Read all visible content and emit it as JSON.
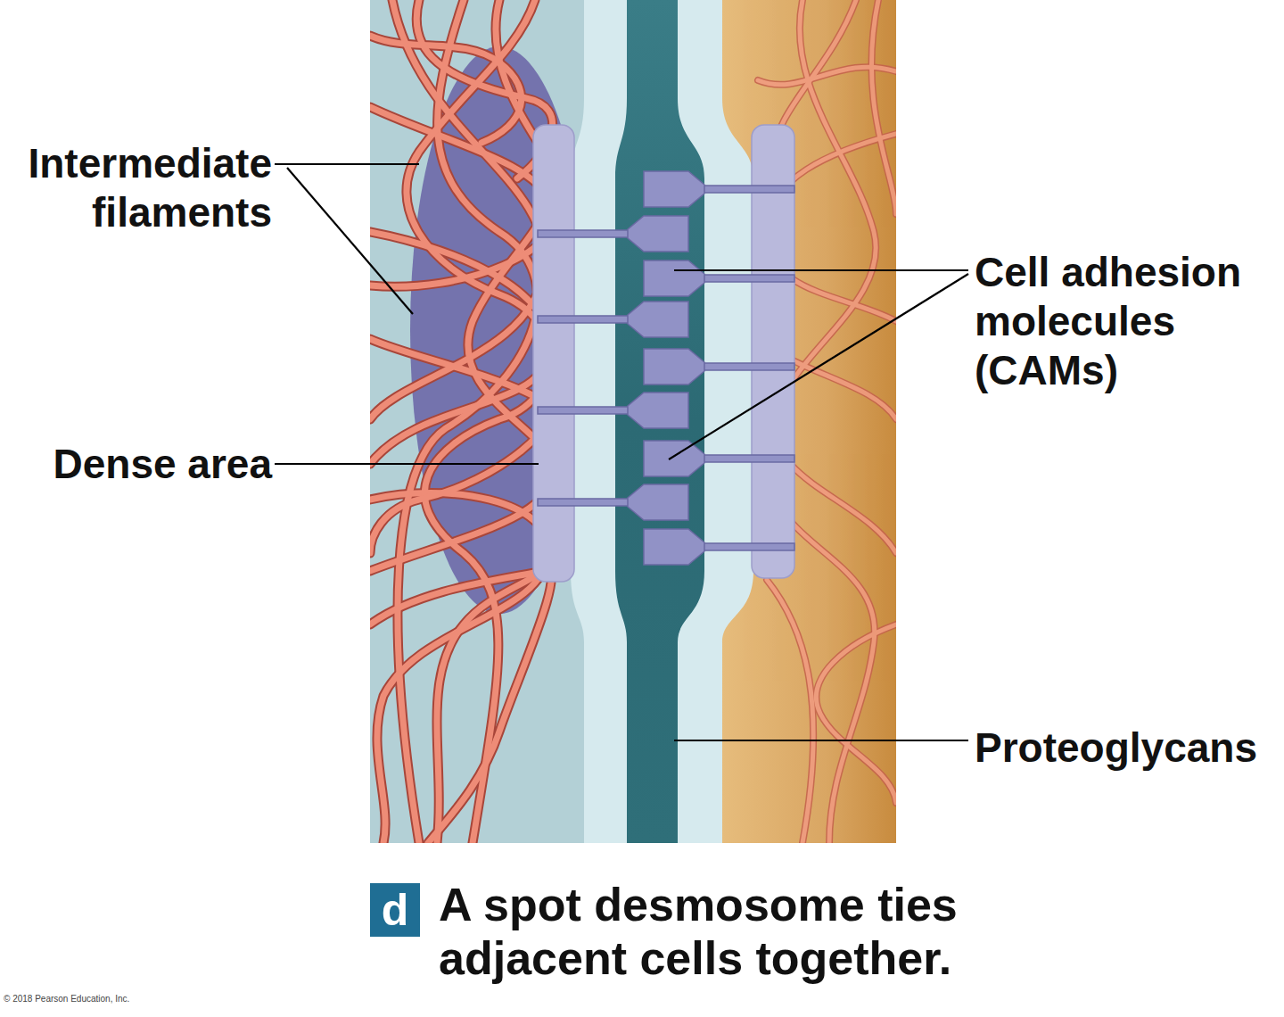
{
  "diagram": {
    "caption": "A spot desmosome ties adjacent cells together.",
    "nodes": [
      {
        "text": [
          "d"
        ]
      }
    ],
    "labels": [
      "Intermediate filaments",
      "Cell adhesion molecules (CAMs)",
      "Dense area",
      "Proteoglycans",
      "© 2018 Pearson Education, Inc."
    ]
  }
}
